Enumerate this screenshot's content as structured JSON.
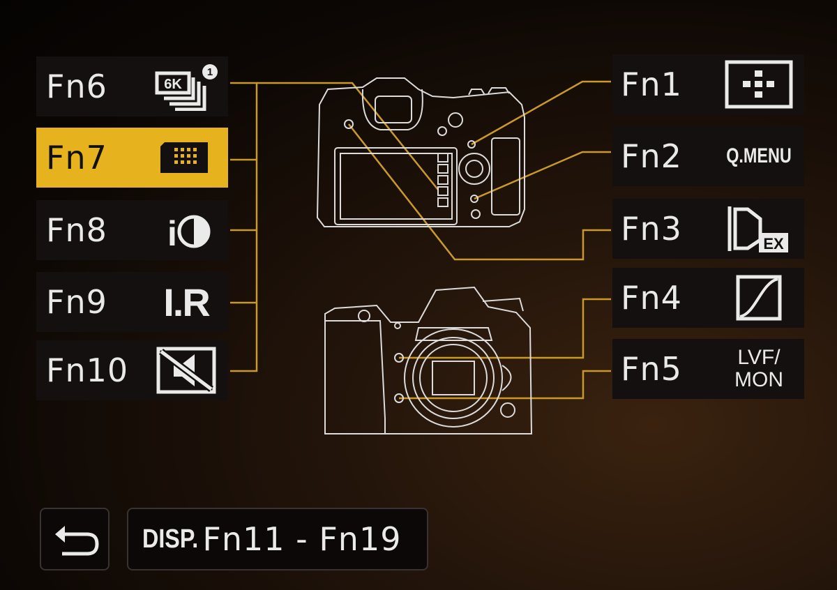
{
  "left_buttons": [
    {
      "label": "Fn6",
      "icon": "6k-photo-burst-icon",
      "icon_text": "6K",
      "badge": "1"
    },
    {
      "label": "Fn7",
      "icon": "af-area-grid-icon",
      "selected": true
    },
    {
      "label": "Fn8",
      "icon": "i-dynamic-icon",
      "icon_text": "i"
    },
    {
      "label": "Fn9",
      "icon": "i-resolution-icon",
      "icon_text": "I.R"
    },
    {
      "label": "Fn10",
      "icon": "silent-mode-icon"
    }
  ],
  "right_buttons": [
    {
      "label": "Fn1",
      "icon": "af-mode-icon"
    },
    {
      "label": "Fn2",
      "icon": "quick-menu-icon",
      "icon_text": "Q.MENU"
    },
    {
      "label": "Fn3",
      "icon": "ex-tele-conv-icon",
      "icon_text": "EX"
    },
    {
      "label": "Fn4",
      "icon": "tone-curve-icon"
    },
    {
      "label": "Fn5",
      "icon": "lvf-mon-switch-icon",
      "icon_text_line1": "LVF/",
      "icon_text_line2": "MON"
    }
  ],
  "footer": {
    "back_icon": "return-arrow-icon",
    "disp_prefix": "DISP.",
    "disp_range": "Fn11 - Fn19"
  },
  "colors": {
    "accent": "#e6b21e",
    "connector": "#c99a2a",
    "outline": "#e6e6e6"
  }
}
